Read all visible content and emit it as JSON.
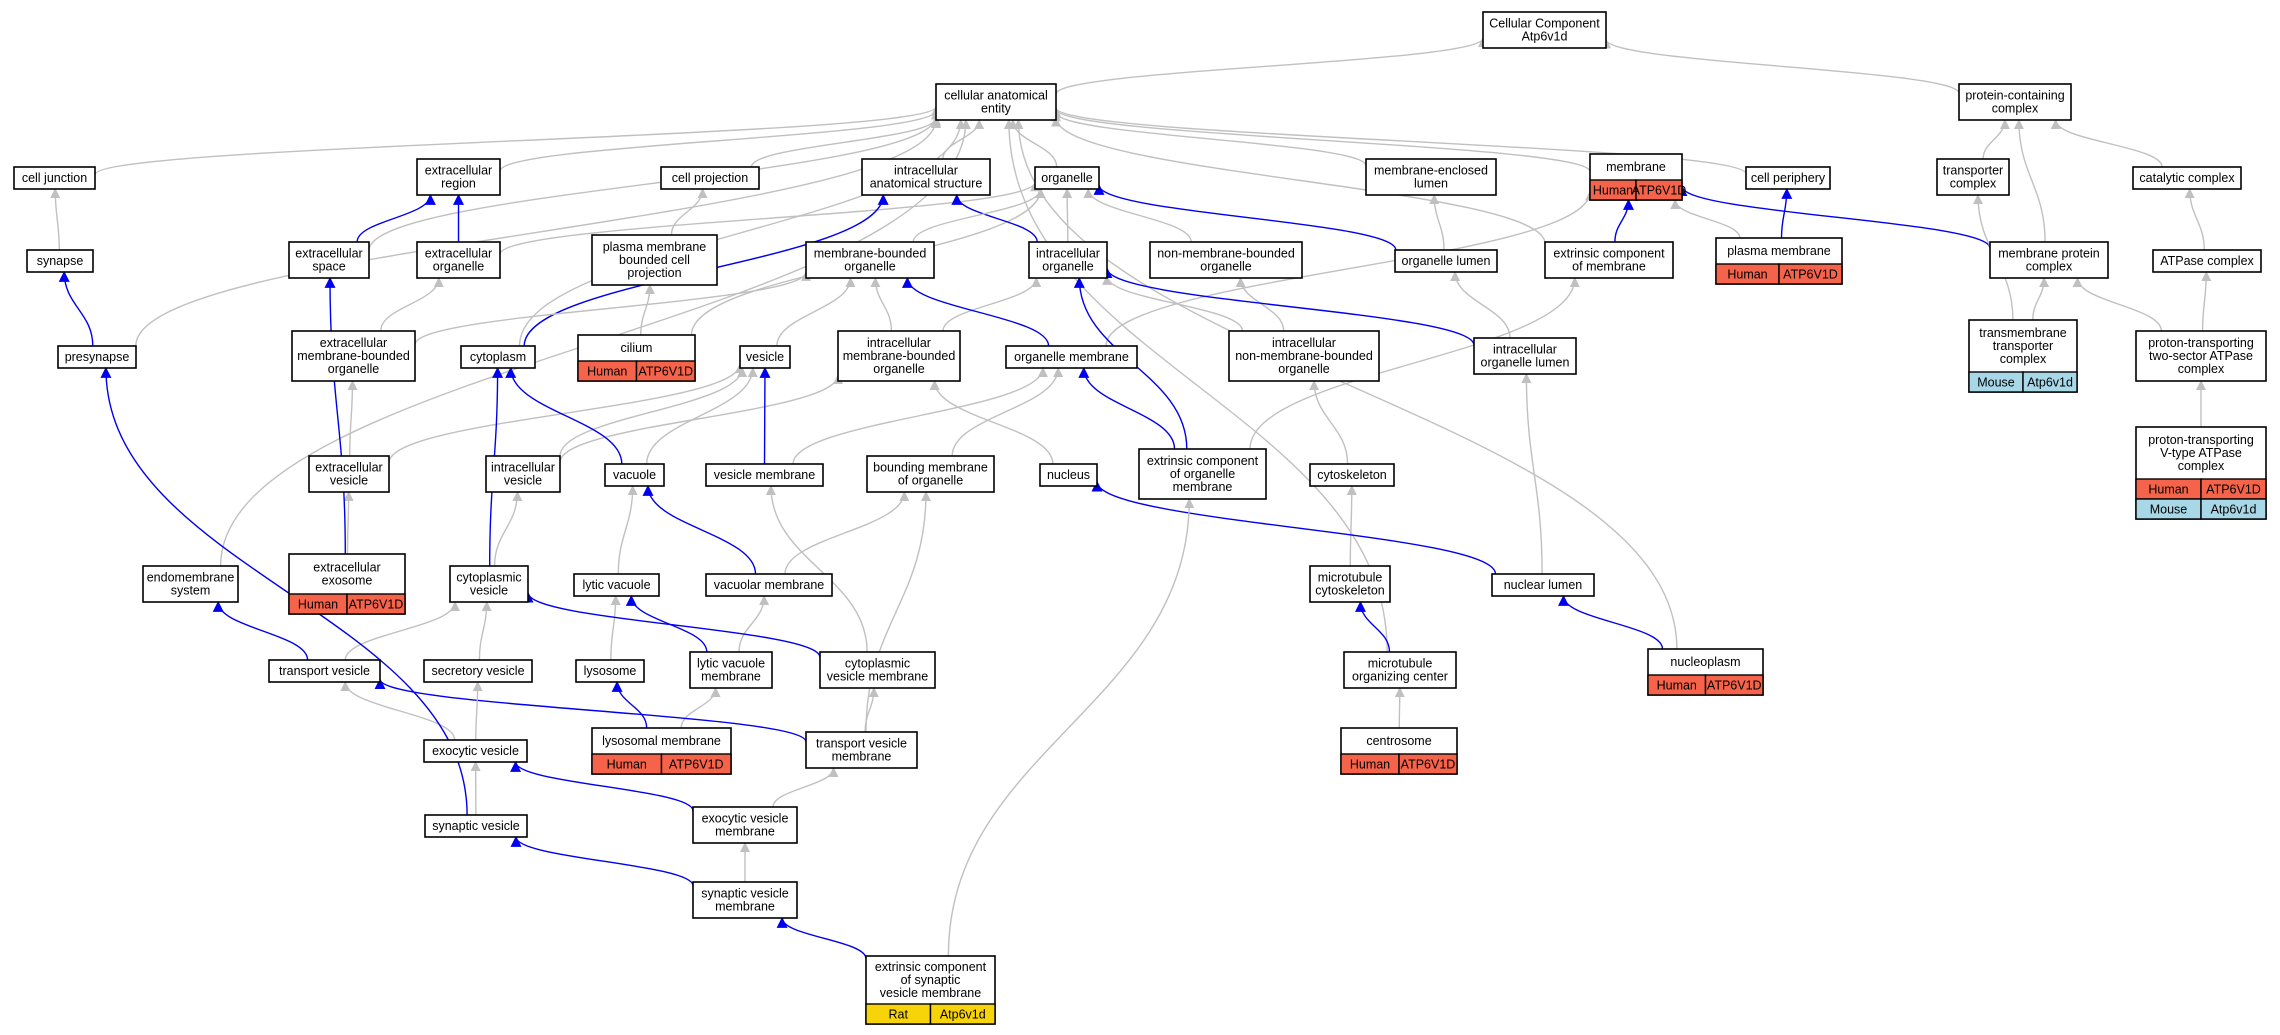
{
  "colors": {
    "is_a": "#c0c0c0",
    "part_of": "#0000ee",
    "Human": "#f4634a",
    "Mouse": "#a8d8e8",
    "Rat": "#f7d40a"
  },
  "nodes": {
    "root": {
      "lines": [
        "Cellular Component",
        "Atp6v1d"
      ]
    },
    "cae": {
      "lines": [
        "cellular anatomical",
        "entity"
      ]
    },
    "pcc": {
      "lines": [
        "protein-containing",
        "complex"
      ]
    },
    "cj": {
      "lines": [
        "cell junction"
      ]
    },
    "er": {
      "lines": [
        "extracellular",
        "region"
      ]
    },
    "cproj": {
      "lines": [
        "cell projection"
      ]
    },
    "ias": {
      "lines": [
        "intracellular",
        "anatomical structure"
      ]
    },
    "org": {
      "lines": [
        "organelle"
      ]
    },
    "mel": {
      "lines": [
        "membrane-enclosed",
        "lumen"
      ]
    },
    "mem": {
      "lines": [
        "membrane"
      ],
      "ann": [
        {
          "org": "Human",
          "gene": "ATP6V1D"
        }
      ]
    },
    "cp": {
      "lines": [
        "cell periphery"
      ]
    },
    "tc": {
      "lines": [
        "transporter",
        "complex"
      ]
    },
    "cc": {
      "lines": [
        "catalytic complex"
      ]
    },
    "syn": {
      "lines": [
        "synapse"
      ]
    },
    "es": {
      "lines": [
        "extracellular",
        "space"
      ]
    },
    "eo": {
      "lines": [
        "extracellular",
        "organelle"
      ]
    },
    "pmbcp": {
      "lines": [
        "plasma membrane",
        "bounded cell",
        "projection"
      ]
    },
    "mbo": {
      "lines": [
        "membrane-bounded",
        "organelle"
      ]
    },
    "io": {
      "lines": [
        "intracellular",
        "organelle"
      ]
    },
    "nmbo": {
      "lines": [
        "non-membrane-bounded",
        "organelle"
      ]
    },
    "ol": {
      "lines": [
        "organelle lumen"
      ]
    },
    "ecm": {
      "lines": [
        "extrinsic component",
        "of membrane"
      ]
    },
    "pm": {
      "lines": [
        "plasma membrane"
      ],
      "ann": [
        {
          "org": "Human",
          "gene": "ATP6V1D"
        }
      ]
    },
    "mpc": {
      "lines": [
        "membrane protein",
        "complex"
      ]
    },
    "atpc": {
      "lines": [
        "ATPase complex"
      ]
    },
    "pre": {
      "lines": [
        "presynapse"
      ]
    },
    "embo": {
      "lines": [
        "extracellular",
        "membrane-bounded",
        "organelle"
      ]
    },
    "cyto": {
      "lines": [
        "cytoplasm"
      ]
    },
    "cil": {
      "lines": [
        "cilium"
      ],
      "ann": [
        {
          "org": "Human",
          "gene": "ATP6V1D"
        }
      ]
    },
    "ves": {
      "lines": [
        "vesicle"
      ]
    },
    "imbo": {
      "lines": [
        "intracellular",
        "membrane-bounded",
        "organelle"
      ]
    },
    "om": {
      "lines": [
        "organelle membrane"
      ]
    },
    "inmbo": {
      "lines": [
        "intracellular",
        "non-membrane-bounded",
        "organelle"
      ]
    },
    "iol": {
      "lines": [
        "intracellular",
        "organelle lumen"
      ]
    },
    "tmtc": {
      "lines": [
        "transmembrane",
        "transporter",
        "complex"
      ],
      "ann": [
        {
          "org": "Mouse",
          "gene": "Atp6v1d"
        }
      ]
    },
    "pttatp": {
      "lines": [
        "proton-transporting",
        "two-sector ATPase",
        "complex"
      ]
    },
    "ptvatp": {
      "lines": [
        "proton-transporting",
        "V-type ATPase",
        "complex"
      ],
      "ann": [
        {
          "org": "Human",
          "gene": "ATP6V1D"
        },
        {
          "org": "Mouse",
          "gene": "Atp6v1d"
        }
      ]
    },
    "ev": {
      "lines": [
        "extracellular",
        "vesicle"
      ]
    },
    "iv": {
      "lines": [
        "intracellular",
        "vesicle"
      ]
    },
    "vac": {
      "lines": [
        "vacuole"
      ]
    },
    "vm": {
      "lines": [
        "vesicle membrane"
      ]
    },
    "bmo": {
      "lines": [
        "bounding membrane",
        "of organelle"
      ]
    },
    "nuc": {
      "lines": [
        "nucleus"
      ]
    },
    "ecom": {
      "lines": [
        "extrinsic component",
        "of organelle",
        "membrane"
      ]
    },
    "csk": {
      "lines": [
        "cytoskeleton"
      ]
    },
    "exo": {
      "lines": [
        "extracellular",
        "exosome"
      ],
      "ann": [
        {
          "org": "Human",
          "gene": "ATP6V1D"
        }
      ]
    },
    "ems": {
      "lines": [
        "endomembrane",
        "system"
      ]
    },
    "cv": {
      "lines": [
        "cytoplasmic",
        "vesicle"
      ]
    },
    "lv": {
      "lines": [
        "lytic vacuole"
      ]
    },
    "vacm": {
      "lines": [
        "vacuolar membrane"
      ]
    },
    "mtc": {
      "lines": [
        "microtubule",
        "cytoskeleton"
      ]
    },
    "nl": {
      "lines": [
        "nuclear lumen"
      ]
    },
    "tv": {
      "lines": [
        "transport vesicle"
      ]
    },
    "sv": {
      "lines": [
        "secretory vesicle"
      ]
    },
    "lys": {
      "lines": [
        "lysosome"
      ]
    },
    "lvm": {
      "lines": [
        "lytic vacuole",
        "membrane"
      ]
    },
    "cvm": {
      "lines": [
        "cytoplasmic",
        "vesicle membrane"
      ]
    },
    "mtoc": {
      "lines": [
        "microtubule",
        "organizing center"
      ]
    },
    "np": {
      "lines": [
        "nucleoplasm"
      ],
      "ann": [
        {
          "org": "Human",
          "gene": "ATP6V1D"
        }
      ]
    },
    "lm": {
      "lines": [
        "lysosomal membrane"
      ],
      "ann": [
        {
          "org": "Human",
          "gene": "ATP6V1D"
        }
      ]
    },
    "tvm": {
      "lines": [
        "transport vesicle",
        "membrane"
      ]
    },
    "cent": {
      "lines": [
        "centrosome"
      ],
      "ann": [
        {
          "org": "Human",
          "gene": "ATP6V1D"
        }
      ]
    },
    "exv": {
      "lines": [
        "exocytic vesicle"
      ]
    },
    "synv": {
      "lines": [
        "synaptic vesicle"
      ]
    },
    "exvm": {
      "lines": [
        "exocytic vesicle",
        "membrane"
      ]
    },
    "svm": {
      "lines": [
        "synaptic vesicle",
        "membrane"
      ]
    },
    "ecsvm": {
      "lines": [
        "extrinsic component",
        "of synaptic",
        "vesicle membrane"
      ],
      "ann": [
        {
          "org": "Rat",
          "gene": "Atp6v1d"
        }
      ]
    }
  },
  "edges": [
    {
      "from": "cae",
      "to": "root",
      "type": "is_a"
    },
    {
      "from": "pcc",
      "to": "root",
      "type": "is_a"
    },
    {
      "from": "cj",
      "to": "cae",
      "type": "is_a"
    },
    {
      "from": "er",
      "to": "cae",
      "type": "is_a"
    },
    {
      "from": "cproj",
      "to": "cae",
      "type": "is_a"
    },
    {
      "from": "ias",
      "to": "cae",
      "type": "is_a"
    },
    {
      "from": "org",
      "to": "cae",
      "type": "is_a"
    },
    {
      "from": "mel",
      "to": "cae",
      "type": "is_a"
    },
    {
      "from": "mem",
      "to": "cae",
      "type": "is_a"
    },
    {
      "from": "cp",
      "to": "cae",
      "type": "is_a"
    },
    {
      "from": "ecm",
      "to": "cae",
      "type": "is_a"
    },
    {
      "from": "es",
      "to": "cae",
      "type": "is_a"
    },
    {
      "from": "cyto",
      "to": "cae",
      "type": "is_a"
    },
    {
      "from": "ems",
      "to": "cae",
      "type": "is_a"
    },
    {
      "from": "pre",
      "to": "cae",
      "type": "is_a"
    },
    {
      "from": "mtoc",
      "to": "cae",
      "type": "is_a"
    },
    {
      "from": "np",
      "to": "cae",
      "type": "is_a"
    },
    {
      "from": "tc",
      "to": "pcc",
      "type": "is_a"
    },
    {
      "from": "cc",
      "to": "pcc",
      "type": "is_a"
    },
    {
      "from": "mpc",
      "to": "pcc",
      "type": "is_a"
    },
    {
      "from": "syn",
      "to": "cj",
      "type": "is_a"
    },
    {
      "from": "pre",
      "to": "syn",
      "type": "part_of"
    },
    {
      "from": "es",
      "to": "er",
      "type": "part_of"
    },
    {
      "from": "eo",
      "to": "er",
      "type": "part_of"
    },
    {
      "from": "eo",
      "to": "org",
      "type": "is_a"
    },
    {
      "from": "pmbcp",
      "to": "cproj",
      "type": "is_a"
    },
    {
      "from": "cil",
      "to": "pmbcp",
      "type": "is_a"
    },
    {
      "from": "cil",
      "to": "org",
      "type": "is_a"
    },
    {
      "from": "cyto",
      "to": "ias",
      "type": "part_of"
    },
    {
      "from": "io",
      "to": "ias",
      "type": "part_of"
    },
    {
      "from": "io",
      "to": "org",
      "type": "is_a"
    },
    {
      "from": "mbo",
      "to": "org",
      "type": "is_a"
    },
    {
      "from": "nmbo",
      "to": "org",
      "type": "is_a"
    },
    {
      "from": "ol",
      "to": "org",
      "type": "part_of"
    },
    {
      "from": "ol",
      "to": "mel",
      "type": "is_a"
    },
    {
      "from": "ecm",
      "to": "mem",
      "type": "part_of"
    },
    {
      "from": "om",
      "to": "mem",
      "type": "is_a"
    },
    {
      "from": "pm",
      "to": "mem",
      "type": "is_a"
    },
    {
      "from": "mpc",
      "to": "mem",
      "type": "part_of"
    },
    {
      "from": "pm",
      "to": "cp",
      "type": "part_of"
    },
    {
      "from": "tmtc",
      "to": "tc",
      "type": "is_a"
    },
    {
      "from": "tmtc",
      "to": "mpc",
      "type": "is_a"
    },
    {
      "from": "atpc",
      "to": "cc",
      "type": "is_a"
    },
    {
      "from": "pttatp",
      "to": "atpc",
      "type": "is_a"
    },
    {
      "from": "pttatp",
      "to": "mpc",
      "type": "is_a"
    },
    {
      "from": "ptvatp",
      "to": "pttatp",
      "type": "is_a"
    },
    {
      "from": "embo",
      "to": "eo",
      "type": "is_a"
    },
    {
      "from": "embo",
      "to": "mbo",
      "type": "is_a"
    },
    {
      "from": "ves",
      "to": "mbo",
      "type": "is_a"
    },
    {
      "from": "imbo",
      "to": "mbo",
      "type": "is_a"
    },
    {
      "from": "imbo",
      "to": "io",
      "type": "is_a"
    },
    {
      "from": "om",
      "to": "mbo",
      "type": "part_of"
    },
    {
      "from": "inmbo",
      "to": "io",
      "type": "is_a"
    },
    {
      "from": "inmbo",
      "to": "nmbo",
      "type": "is_a"
    },
    {
      "from": "iol",
      "to": "io",
      "type": "part_of"
    },
    {
      "from": "iol",
      "to": "ol",
      "type": "is_a"
    },
    {
      "from": "ecom",
      "to": "io",
      "type": "part_of"
    },
    {
      "from": "ecom",
      "to": "ecm",
      "type": "is_a"
    },
    {
      "from": "ecom",
      "to": "om",
      "type": "part_of"
    },
    {
      "from": "ev",
      "to": "embo",
      "type": "is_a"
    },
    {
      "from": "ev",
      "to": "ves",
      "type": "is_a"
    },
    {
      "from": "iv",
      "to": "ves",
      "type": "is_a"
    },
    {
      "from": "iv",
      "to": "imbo",
      "type": "is_a"
    },
    {
      "from": "vac",
      "to": "cyto",
      "type": "part_of"
    },
    {
      "from": "vac",
      "to": "ves",
      "type": "is_a"
    },
    {
      "from": "vm",
      "to": "ves",
      "type": "part_of"
    },
    {
      "from": "vm",
      "to": "om",
      "type": "is_a"
    },
    {
      "from": "bmo",
      "to": "om",
      "type": "is_a"
    },
    {
      "from": "nuc",
      "to": "imbo",
      "type": "is_a"
    },
    {
      "from": "csk",
      "to": "inmbo",
      "type": "is_a"
    },
    {
      "from": "exo",
      "to": "ev",
      "type": "is_a"
    },
    {
      "from": "exo",
      "to": "es",
      "type": "part_of"
    },
    {
      "from": "cv",
      "to": "iv",
      "type": "is_a"
    },
    {
      "from": "cv",
      "to": "cyto",
      "type": "part_of"
    },
    {
      "from": "lv",
      "to": "vac",
      "type": "is_a"
    },
    {
      "from": "vacm",
      "to": "vac",
      "type": "part_of"
    },
    {
      "from": "vacm",
      "to": "bmo",
      "type": "is_a"
    },
    {
      "from": "mtc",
      "to": "csk",
      "type": "is_a"
    },
    {
      "from": "nl",
      "to": "nuc",
      "type": "part_of"
    },
    {
      "from": "nl",
      "to": "iol",
      "type": "is_a"
    },
    {
      "from": "tv",
      "to": "ems",
      "type": "part_of"
    },
    {
      "from": "tv",
      "to": "cv",
      "type": "is_a"
    },
    {
      "from": "sv",
      "to": "cv",
      "type": "is_a"
    },
    {
      "from": "lys",
      "to": "lv",
      "type": "is_a"
    },
    {
      "from": "lvm",
      "to": "lv",
      "type": "part_of"
    },
    {
      "from": "lvm",
      "to": "vacm",
      "type": "is_a"
    },
    {
      "from": "cvm",
      "to": "cv",
      "type": "part_of"
    },
    {
      "from": "cvm",
      "to": "vm",
      "type": "is_a"
    },
    {
      "from": "mtoc",
      "to": "mtc",
      "type": "part_of"
    },
    {
      "from": "np",
      "to": "nl",
      "type": "part_of"
    },
    {
      "from": "lm",
      "to": "lys",
      "type": "part_of"
    },
    {
      "from": "lm",
      "to": "lvm",
      "type": "is_a"
    },
    {
      "from": "tvm",
      "to": "tv",
      "type": "part_of"
    },
    {
      "from": "tvm",
      "to": "cvm",
      "type": "is_a"
    },
    {
      "from": "tvm",
      "to": "bmo",
      "type": "is_a"
    },
    {
      "from": "cent",
      "to": "mtoc",
      "type": "is_a"
    },
    {
      "from": "exv",
      "to": "tv",
      "type": "is_a"
    },
    {
      "from": "exv",
      "to": "sv",
      "type": "is_a"
    },
    {
      "from": "synv",
      "to": "exv",
      "type": "is_a"
    },
    {
      "from": "synv",
      "to": "pre",
      "type": "part_of"
    },
    {
      "from": "exvm",
      "to": "exv",
      "type": "part_of"
    },
    {
      "from": "exvm",
      "to": "tvm",
      "type": "is_a"
    },
    {
      "from": "svm",
      "to": "synv",
      "type": "part_of"
    },
    {
      "from": "svm",
      "to": "exvm",
      "type": "is_a"
    },
    {
      "from": "ecsvm",
      "to": "svm",
      "type": "part_of"
    },
    {
      "from": "ecsvm",
      "to": "ecom",
      "type": "is_a"
    }
  ]
}
